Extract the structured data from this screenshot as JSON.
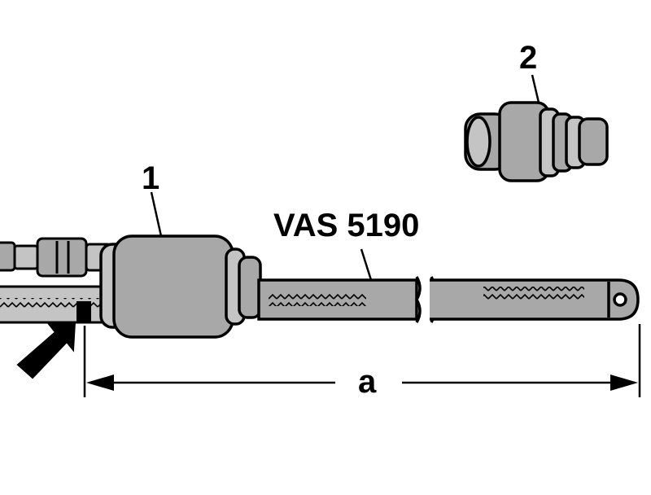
{
  "labels": {
    "part_1": "1",
    "part_2": "2",
    "tool": "VAS 5190",
    "dimension": "a"
  },
  "colors": {
    "outline": "#000000",
    "body_fill": "#a8a8a8",
    "light_fill": "#c4c4c4",
    "background": "#ffffff"
  }
}
